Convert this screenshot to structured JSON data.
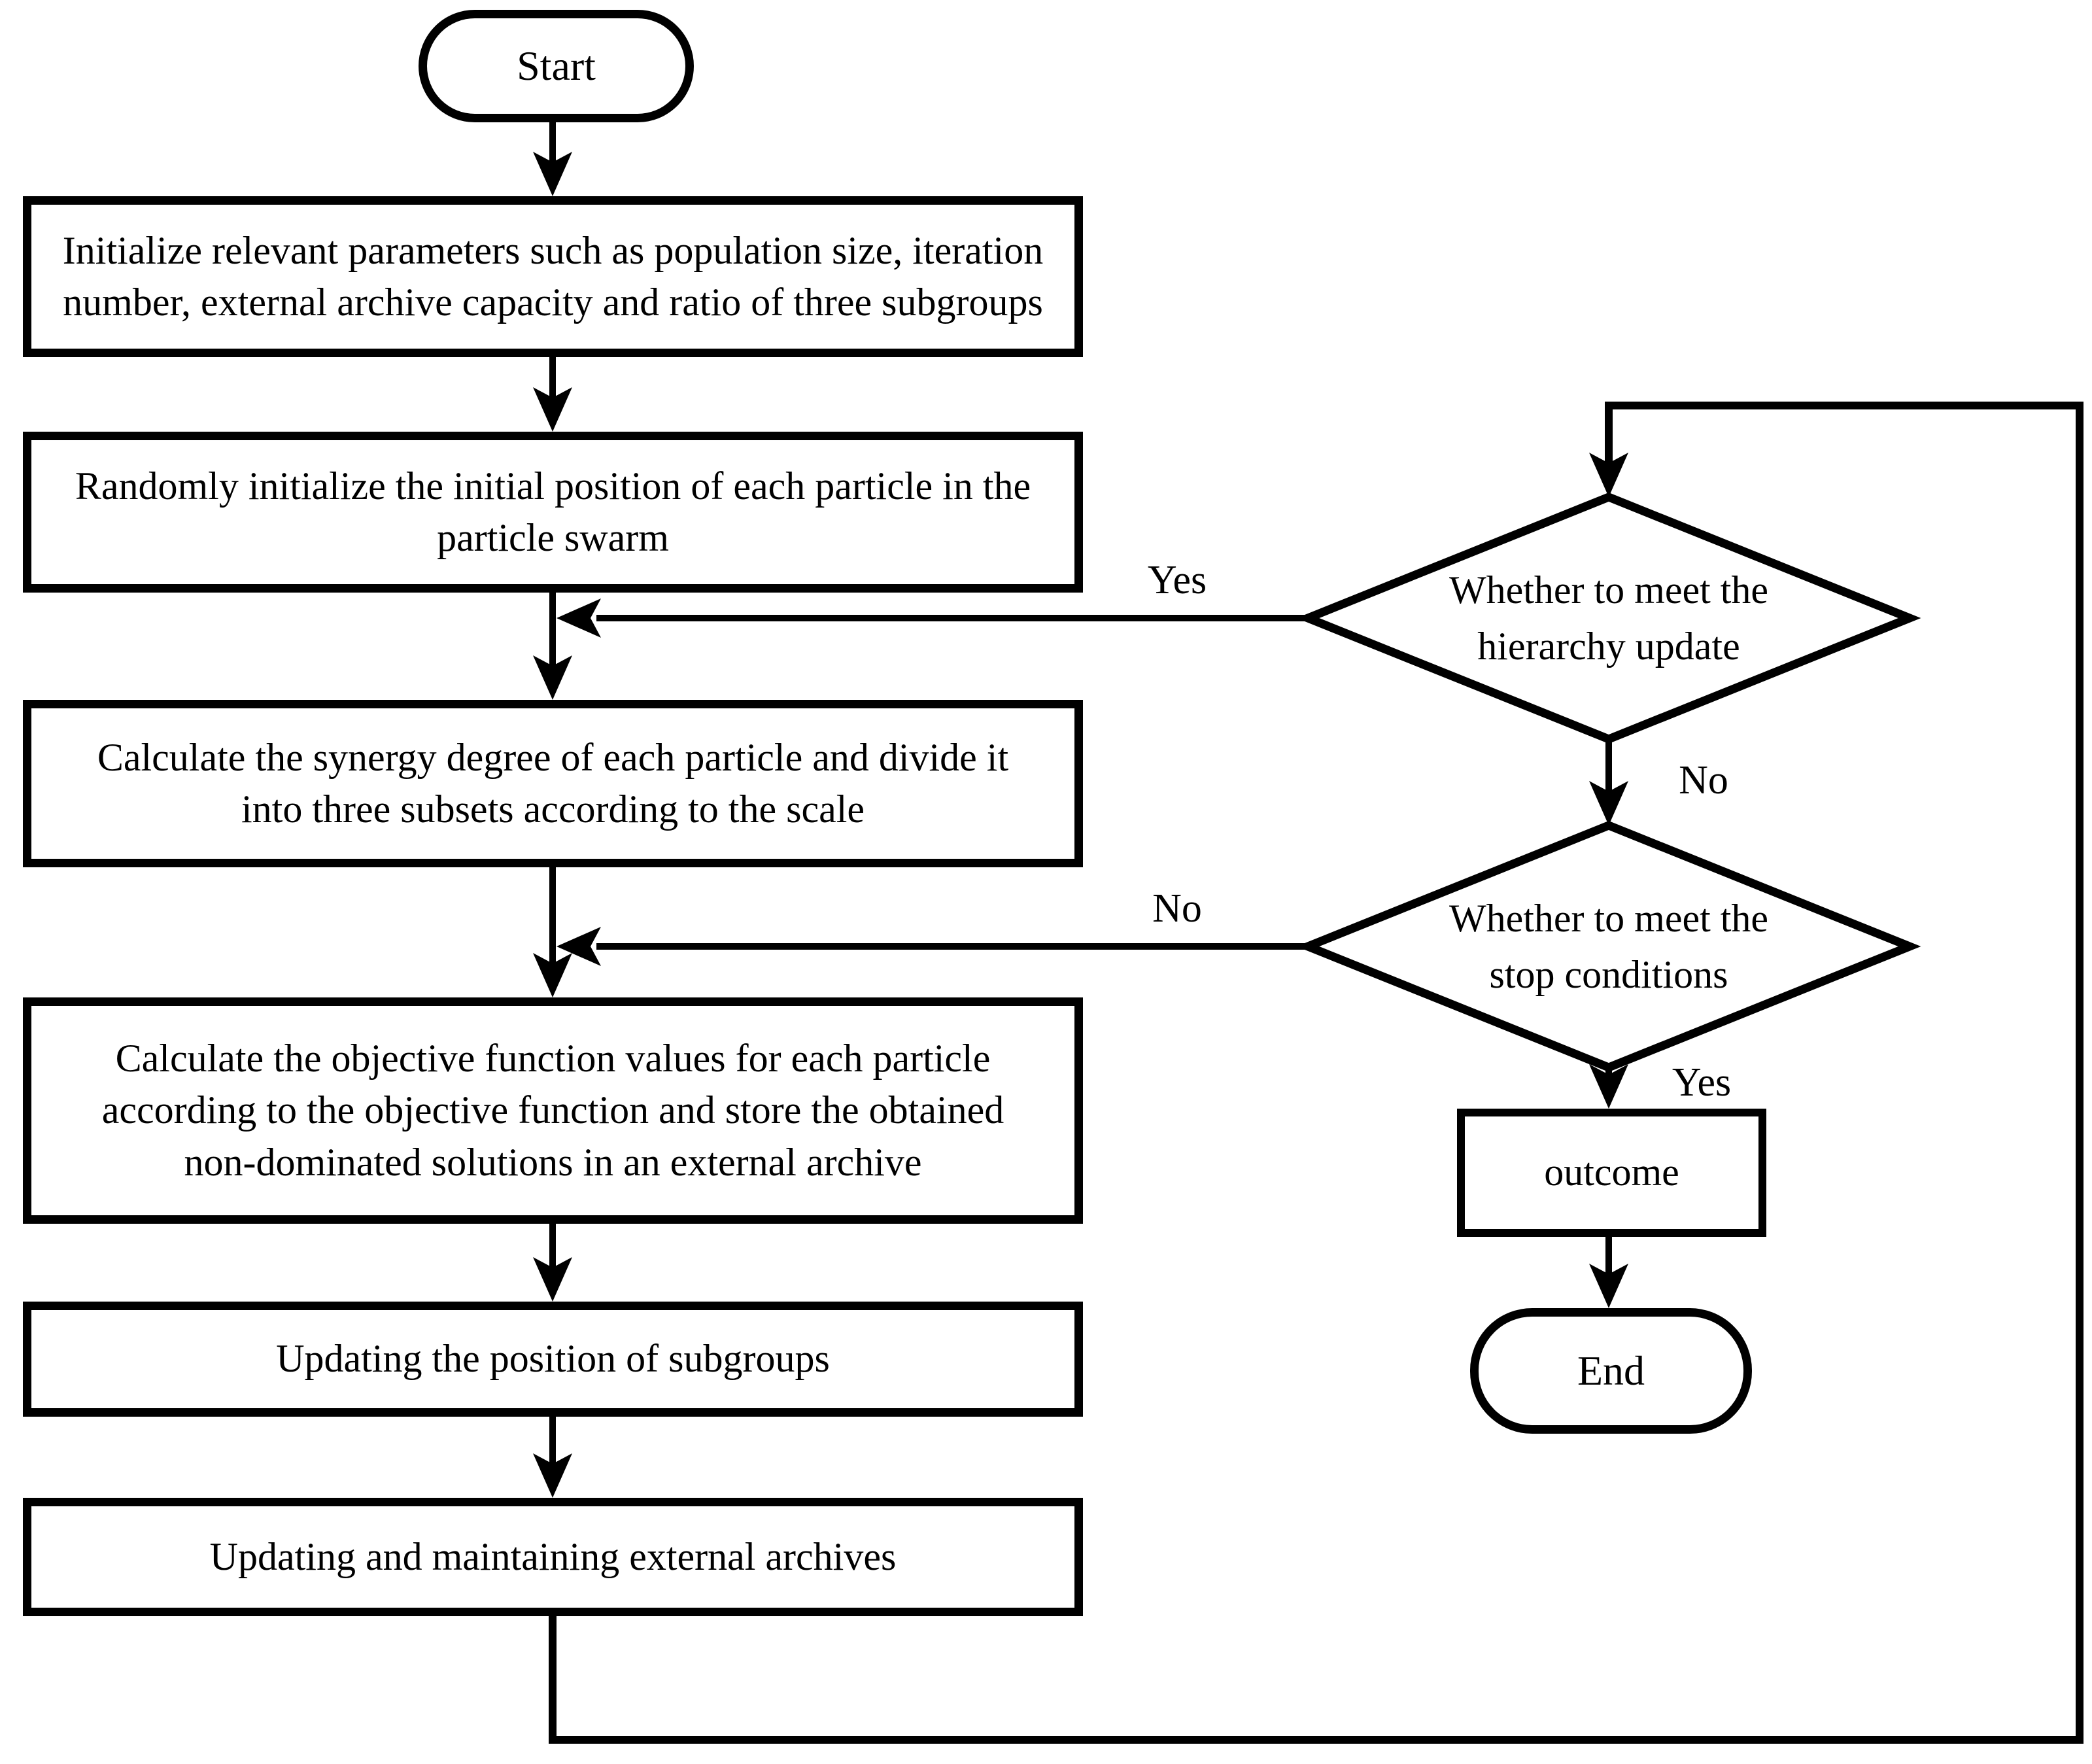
{
  "title": "Multi-objective particle swarm optimization flowchart",
  "colors": {
    "stroke": "#000000",
    "background": "#ffffff",
    "text": "#000000"
  },
  "terminals": {
    "start": "Start",
    "end": "End"
  },
  "steps": [
    {
      "id": "initialize-parameters",
      "text": "Initialize relevant parameters such as population size, iteration number, external archive capacity and ratio of three subgroups"
    },
    {
      "id": "random-initialize",
      "text": "Randomly initialize the initial position of each particle in the particle swarm"
    },
    {
      "id": "synergy-degree",
      "text": "Calculate the synergy degree of each particle and divide it into three subsets according to the scale"
    },
    {
      "id": "objective-function",
      "text": "Calculate the objective function values for each particle according to the objective function and store the obtained non-dominated solutions in an external archive"
    },
    {
      "id": "update-subgroups",
      "text": "Updating the position of subgroups"
    },
    {
      "id": "update-archives",
      "text": "Updating and maintaining external archives"
    }
  ],
  "decisions": [
    {
      "id": "hierarchy-update",
      "line1": "Whether to meet the",
      "line2": "hierarchy update"
    },
    {
      "id": "stop-conditions",
      "line1": "Whether to meet the",
      "line2": "stop conditions"
    }
  ],
  "labels": {
    "hierarchy_yes": "Yes",
    "hierarchy_no": "No",
    "stop_no": "No",
    "stop_yes": "Yes"
  },
  "outcome": {
    "text": "outcome"
  }
}
